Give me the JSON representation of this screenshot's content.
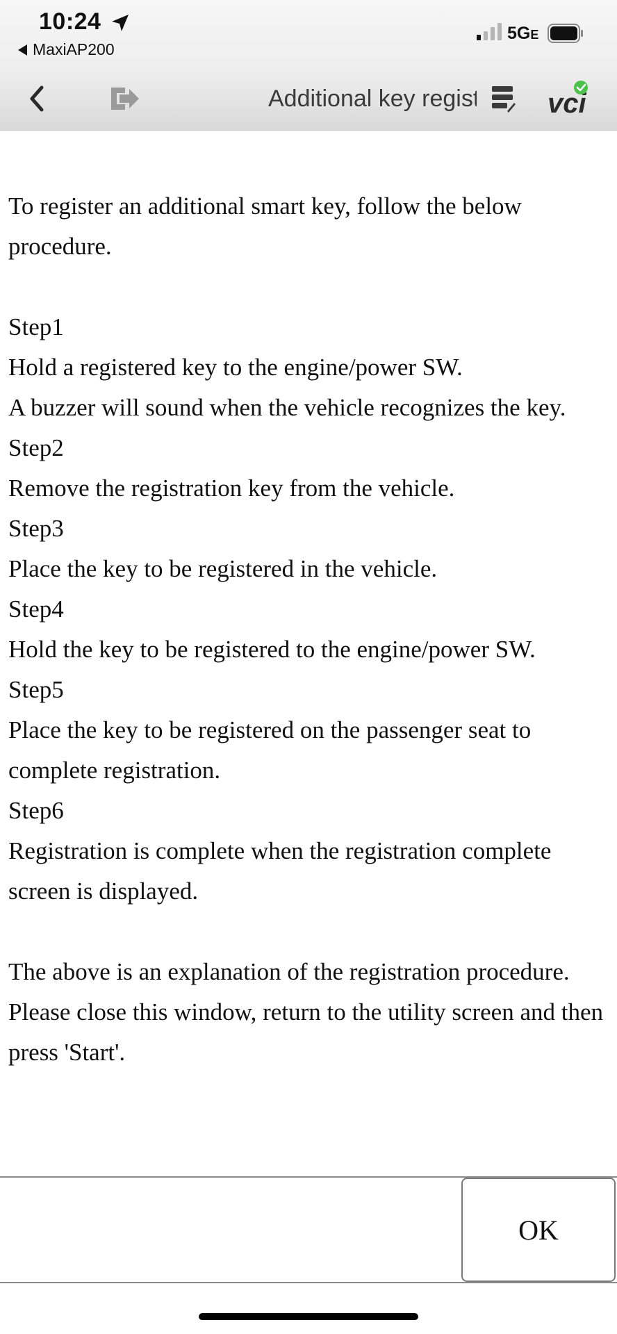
{
  "status_bar": {
    "time": "10:24",
    "back_app": "MaxiAP200",
    "network": "5G",
    "network_suffix": "E",
    "location_icon": "location-arrow-icon",
    "battery_icon": "battery-icon",
    "signal_icon": "signal-bars-icon"
  },
  "toolbar": {
    "title": "Additional key registration",
    "back_icon": "chevron-left-icon",
    "exit_icon": "exit-icon",
    "report_icon": "report-icon",
    "vci_label": "VCI",
    "vci_status_color": "#4cc24c"
  },
  "content": {
    "intro": "To register an additional smart key, follow the below procedure.",
    "steps": [
      {
        "label": "Step1",
        "text": "Hold a registered key to the engine/power SW.",
        "text2": "A buzzer will sound when the vehicle recognizes the key."
      },
      {
        "label": "Step2",
        "text": "Remove the registration key from the vehicle."
      },
      {
        "label": "Step3",
        "text": "Place the key to be registered in the vehicle."
      },
      {
        "label": "Step4",
        "text": "Hold the key to be registered to the engine/power SW."
      },
      {
        "label": "Step5",
        "text": "Place the key to be registered on the passenger seat to complete registration."
      },
      {
        "label": "Step6",
        "text": "Registration is complete when the registration complete screen is displayed."
      }
    ],
    "outro": "The above is an explanation of the registration procedure. Please close this window, return to the utility screen and then press 'Start'."
  },
  "footer": {
    "ok_label": "OK"
  }
}
